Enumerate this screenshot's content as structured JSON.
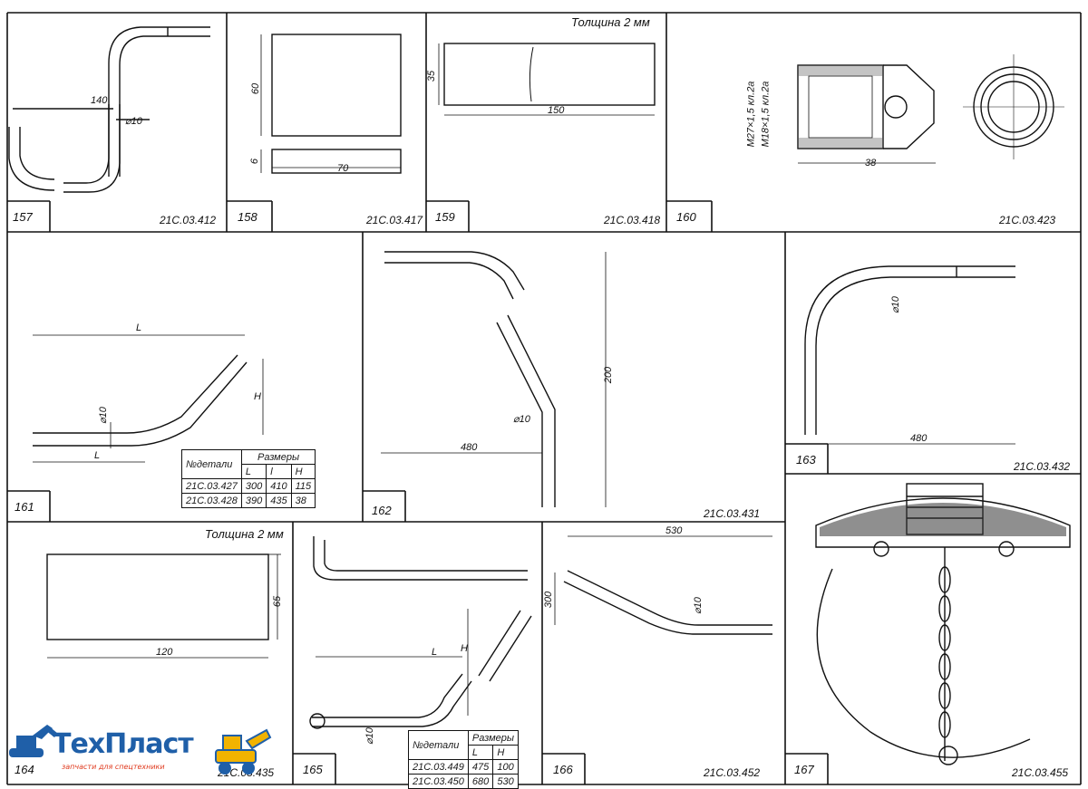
{
  "parts": [
    {
      "num": "157",
      "code": "21С.03.412",
      "dims": [
        "140",
        "⌀10"
      ]
    },
    {
      "num": "158",
      "code": "21С.03.417",
      "dims": [
        "60",
        "6",
        "70"
      ]
    },
    {
      "num": "159",
      "code": "21С.03.418",
      "note": "Толщина 2 мм",
      "dims": [
        "35",
        "150"
      ]
    },
    {
      "num": "160",
      "code": "21С.03.423",
      "dims": [
        "М27×1,5 кл.2а",
        "М18×1,5 кл.2а",
        "38"
      ]
    },
    {
      "num": "161",
      "dims": [
        "L",
        "H",
        "⌀10",
        "L"
      ]
    },
    {
      "num": "162",
      "code": "21С.03.431",
      "dims": [
        "200",
        "⌀10",
        "480"
      ]
    },
    {
      "num": "163",
      "code": "21С.03.432",
      "dims": [
        "⌀10",
        "480"
      ]
    },
    {
      "num": "164",
      "code": "21С.03.435",
      "note": "Толщина 2 мм",
      "dims": [
        "65",
        "120"
      ]
    },
    {
      "num": "165",
      "dims": [
        "L",
        "H",
        "⌀10"
      ]
    },
    {
      "num": "166",
      "code": "21С.03.452",
      "dims": [
        "530",
        "300",
        "⌀10"
      ]
    },
    {
      "num": "167",
      "code": "21С.03.455"
    }
  ],
  "table161": {
    "header_part": "№детали",
    "header_dims": "Размеры",
    "cols": [
      "L",
      "l",
      "H"
    ],
    "rows": [
      {
        "part": "21С.03.427",
        "values": [
          "300",
          "410",
          "115"
        ]
      },
      {
        "part": "21С.03.428",
        "values": [
          "390",
          "435",
          "38"
        ]
      }
    ]
  },
  "table165": {
    "header_part": "№детали",
    "header_dims": "Размеры",
    "cols": [
      "L",
      "H"
    ],
    "rows": [
      {
        "part": "21С.03.449",
        "values": [
          "475",
          "100"
        ]
      },
      {
        "part": "21С.03.450",
        "values": [
          "680",
          "530"
        ]
      }
    ]
  },
  "logo": {
    "name": "ТехПласт",
    "tagline": "запчасти для спецтехники",
    "brand_color": "#1f5fa8",
    "accent_color": "#f2b300"
  }
}
